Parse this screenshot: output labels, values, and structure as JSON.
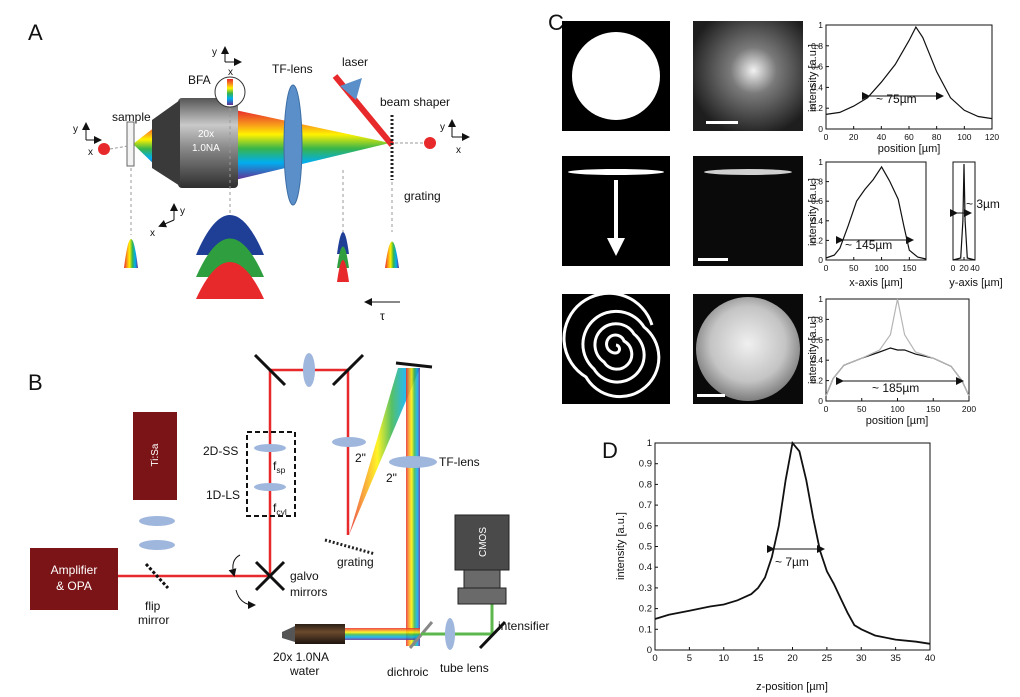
{
  "panels": {
    "a": "A",
    "b": "B",
    "c": "C",
    "d": "D"
  },
  "panel_a": {
    "sample": "sample",
    "bfa": "BFA",
    "tf_lens": "TF-lens",
    "laser": "laser",
    "beam_shaper": "beam shaper",
    "grating": "grating",
    "objective_mag": "20x",
    "objective_na": "1.0NA",
    "tau": "τ",
    "axis_x": "x",
    "axis_y": "y"
  },
  "panel_b": {
    "tisa": "Ti:Sa",
    "amplifier_line1": "Amplifier",
    "amplifier_line2": "& OPA",
    "flip_line1": "flip",
    "flip_line2": "mirror",
    "ss": "2D-SS",
    "ls": "1D-LS",
    "fsp": "f",
    "fsp_sub": "sp",
    "fcyl": "f",
    "fcyl_sub": "cyl",
    "two_inch_a": "2\"",
    "two_inch_b": "2\"",
    "tf_lens": "TF-lens",
    "grating": "grating",
    "galvo_line1": "galvo",
    "galvo_line2": "mirrors",
    "cmos": "CMOS",
    "intensifier": "intensifier",
    "tube_lens": "tube lens",
    "dichroic": "dichroic",
    "objective_line1": "20x 1.0NA",
    "objective_line2": "water"
  },
  "colors": {
    "laser_red": "#e8292b",
    "tisa_box": "#7a1416",
    "lens_blue": "#5b8fc9",
    "beam_green": "#5cb84c"
  },
  "chart_data": [
    {
      "type": "line",
      "panel": "C-top",
      "xlabel": "position [µm]",
      "ylabel": "intensity [a.u.]",
      "xlim": [
        0,
        120
      ],
      "ylim": [
        0,
        1
      ],
      "x_ticks": [
        "0",
        "20",
        "40",
        "60",
        "80",
        "100",
        "120"
      ],
      "y_ticks": [
        "0",
        "0.2",
        "0.4",
        "0.6",
        "0.8",
        "1"
      ],
      "annotation": "~ 75µm",
      "x": [
        0,
        10,
        20,
        30,
        40,
        50,
        60,
        65,
        70,
        80,
        90,
        100,
        110,
        120
      ],
      "series": [
        {
          "values": [
            0.14,
            0.16,
            0.22,
            0.3,
            0.45,
            0.62,
            0.85,
            0.98,
            0.88,
            0.55,
            0.3,
            0.18,
            0.12,
            0.1
          ]
        }
      ]
    },
    {
      "type": "line",
      "panel": "C-middle",
      "xlabel": "x-axis [µm]",
      "ylabel": "intensity [a.u.]",
      "xlim": [
        0,
        180
      ],
      "ylim": [
        0,
        1
      ],
      "x_ticks": [
        "0",
        "50",
        "100",
        "150"
      ],
      "y_ticks": [
        "0",
        "0.2",
        "0.4",
        "0.6",
        "0.8",
        "1"
      ],
      "annotation": "~ 145µm",
      "x": [
        0,
        15,
        25,
        40,
        55,
        70,
        85,
        100,
        115,
        130,
        140,
        150,
        165,
        180
      ],
      "series": [
        {
          "values": [
            0.02,
            0.05,
            0.12,
            0.35,
            0.6,
            0.72,
            0.82,
            0.95,
            0.8,
            0.62,
            0.35,
            0.1,
            0.03,
            0.01
          ]
        }
      ]
    },
    {
      "type": "line",
      "panel": "C-middle-inset",
      "xlabel": "y-axis [µm]",
      "ylabel": "",
      "xlim": [
        0,
        40
      ],
      "ylim": [
        0,
        1
      ],
      "x_ticks": [
        "0",
        "20",
        "40"
      ],
      "y_ticks": [],
      "annotation": "~ 3µm",
      "x": [
        0,
        14,
        18,
        20,
        22,
        26,
        40
      ],
      "series": [
        {
          "values": [
            0.0,
            0.02,
            0.4,
            0.98,
            0.4,
            0.02,
            0.0
          ]
        }
      ]
    },
    {
      "type": "line",
      "panel": "C-bottom",
      "xlabel": "position [µm]",
      "ylabel": "intensity [a.u.]",
      "xlim": [
        0,
        200
      ],
      "ylim": [
        0,
        1
      ],
      "x_ticks": [
        "0",
        "50",
        "100",
        "150",
        "200"
      ],
      "y_ticks": [
        "0",
        "0.2",
        "0.4",
        "0.6",
        "0.8",
        "1"
      ],
      "annotation": "~ 185µm",
      "x": [
        0,
        10,
        25,
        50,
        75,
        90,
        100,
        110,
        125,
        150,
        175,
        190,
        200
      ],
      "series": [
        {
          "values": [
            0.05,
            0.22,
            0.35,
            0.42,
            0.48,
            0.52,
            0.5,
            0.5,
            0.46,
            0.42,
            0.34,
            0.2,
            0.05
          ]
        },
        {
          "values": [
            0.05,
            0.22,
            0.35,
            0.42,
            0.5,
            0.65,
            1.0,
            0.65,
            0.48,
            0.42,
            0.34,
            0.2,
            0.05
          ]
        }
      ]
    },
    {
      "type": "line",
      "panel": "D",
      "xlabel": "z-position [µm]",
      "ylabel": "intensity [a.u.]",
      "xlim": [
        0,
        40
      ],
      "ylim": [
        0,
        1
      ],
      "x_ticks": [
        "0",
        "5",
        "10",
        "15",
        "20",
        "25",
        "30",
        "35",
        "40"
      ],
      "y_ticks": [
        "0",
        "0.1",
        "0.2",
        "0.3",
        "0.4",
        "0.5",
        "0.6",
        "0.7",
        "0.8",
        "0.9",
        "1"
      ],
      "annotation": "~ 7µm",
      "x": [
        0,
        2,
        5,
        8,
        10,
        12,
        14,
        15,
        16,
        17,
        18,
        19,
        20,
        21,
        22,
        23,
        24,
        25,
        26,
        27,
        28,
        29,
        30,
        32,
        35,
        38,
        40
      ],
      "series": [
        {
          "values": [
            0.15,
            0.17,
            0.19,
            0.21,
            0.22,
            0.24,
            0.27,
            0.3,
            0.35,
            0.45,
            0.6,
            0.82,
            1.0,
            0.96,
            0.82,
            0.64,
            0.48,
            0.38,
            0.32,
            0.25,
            0.18,
            0.12,
            0.1,
            0.07,
            0.05,
            0.04,
            0.03
          ]
        }
      ]
    }
  ]
}
